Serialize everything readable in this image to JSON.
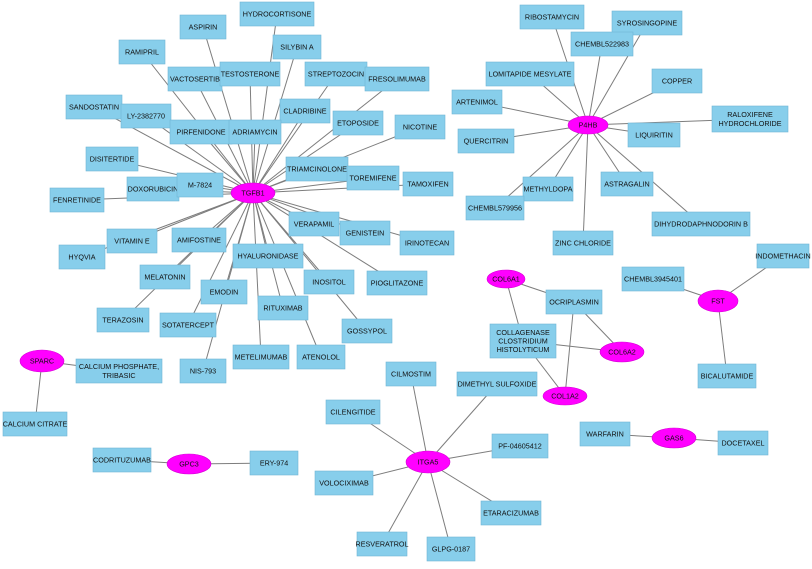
{
  "colors": {
    "gene_node": "#ff00ff",
    "drug_node": "#87ceeb",
    "edge": "#7d7d7d",
    "background": "#ffffff"
  },
  "genes": [
    {
      "id": "TGFB1",
      "label": "TGFB1"
    },
    {
      "id": "P4HB",
      "label": "P4HB"
    },
    {
      "id": "COL6A1",
      "label": "COL6A1"
    },
    {
      "id": "COL6A2",
      "label": "COL6A2"
    },
    {
      "id": "COL1A2",
      "label": "COL1A2"
    },
    {
      "id": "FST",
      "label": "FST"
    },
    {
      "id": "SPARC",
      "label": "SPARC"
    },
    {
      "id": "GPC3",
      "label": "GPC3"
    },
    {
      "id": "ITGA5",
      "label": "ITGA5"
    },
    {
      "id": "GAS6",
      "label": "GAS6"
    }
  ],
  "drugs": [
    {
      "id": "aspirin",
      "label": [
        "ASPIRIN"
      ]
    },
    {
      "id": "hydrocortisone",
      "label": [
        "HYDROCORTISONE"
      ]
    },
    {
      "id": "silybin",
      "label": [
        "SILYBIN A"
      ]
    },
    {
      "id": "ramipril",
      "label": [
        "RAMIPRIL"
      ]
    },
    {
      "id": "vactosertib",
      "label": [
        "VACTOSERTIB"
      ]
    },
    {
      "id": "testosterone",
      "label": [
        "TESTOSTERONE"
      ]
    },
    {
      "id": "streptozocin",
      "label": [
        "STREPTOZOCIN"
      ]
    },
    {
      "id": "fresolimumab",
      "label": [
        "FRESOLIMUMAB"
      ]
    },
    {
      "id": "sandostatin",
      "label": [
        "SANDOSTATIN"
      ]
    },
    {
      "id": "ly2382770",
      "label": [
        "LY-2382770"
      ]
    },
    {
      "id": "cladribine",
      "label": [
        "CLADRIBINE"
      ]
    },
    {
      "id": "pirfenidone",
      "label": [
        "PIRFENIDONE"
      ]
    },
    {
      "id": "adriamycin",
      "label": [
        "ADRIAMYCIN"
      ]
    },
    {
      "id": "etoposide",
      "label": [
        "ETOPOSIDE"
      ]
    },
    {
      "id": "nicotine",
      "label": [
        "NICOTINE"
      ]
    },
    {
      "id": "disitertide",
      "label": [
        "DISITERTIDE"
      ]
    },
    {
      "id": "triamcinolone",
      "label": [
        "TRIAMCINOLONE"
      ]
    },
    {
      "id": "toremifene",
      "label": [
        "TOREMIFENE"
      ]
    },
    {
      "id": "tamoxifen",
      "label": [
        "TAMOXIFEN"
      ]
    },
    {
      "id": "doxorubicin",
      "label": [
        "DOXORUBICIN"
      ]
    },
    {
      "id": "m7824",
      "label": [
        "M-7824"
      ]
    },
    {
      "id": "fenretinide",
      "label": [
        "FENRETINIDE"
      ]
    },
    {
      "id": "verapamil",
      "label": [
        "VERAPAMIL"
      ]
    },
    {
      "id": "genistein",
      "label": [
        "GENISTEIN"
      ]
    },
    {
      "id": "irinotecan",
      "label": [
        "IRINOTECAN"
      ]
    },
    {
      "id": "vitamine",
      "label": [
        "VITAMIN E"
      ]
    },
    {
      "id": "amifostine",
      "label": [
        "AMIFOSTINE"
      ]
    },
    {
      "id": "hyqvia",
      "label": [
        "HYQVIA"
      ]
    },
    {
      "id": "hyaluronidase",
      "label": [
        "HYALURONIDASE"
      ]
    },
    {
      "id": "melatonin",
      "label": [
        "MELATONIN"
      ]
    },
    {
      "id": "inositol",
      "label": [
        "INOSITOL"
      ]
    },
    {
      "id": "pioglitazone",
      "label": [
        "PIOGLITAZONE"
      ]
    },
    {
      "id": "emodin",
      "label": [
        "EMODIN"
      ]
    },
    {
      "id": "rituximab",
      "label": [
        "RITUXIMAB"
      ]
    },
    {
      "id": "terazosin",
      "label": [
        "TERAZOSIN"
      ]
    },
    {
      "id": "sotatercept",
      "label": [
        "SOTATERCEPT"
      ]
    },
    {
      "id": "gossypol",
      "label": [
        "GOSSYPOL"
      ]
    },
    {
      "id": "metelimumab",
      "label": [
        "METELIMUMAB"
      ]
    },
    {
      "id": "atenolol",
      "label": [
        "ATENOLOL"
      ]
    },
    {
      "id": "nis793",
      "label": [
        "NIS-793"
      ]
    },
    {
      "id": "ribostamycin",
      "label": [
        "RIBOSTAMYCIN"
      ]
    },
    {
      "id": "syrosingopine",
      "label": [
        "SYROSINGOPINE"
      ]
    },
    {
      "id": "chembl522983",
      "label": [
        "CHEMBL522983"
      ]
    },
    {
      "id": "lomitapide",
      "label": [
        "LOMITAPIDE MESYLATE"
      ]
    },
    {
      "id": "copper",
      "label": [
        "COPPER"
      ]
    },
    {
      "id": "artenimol",
      "label": [
        "ARTENIMOL"
      ]
    },
    {
      "id": "raloxifene",
      "label": [
        "RALOXIFENE",
        "HYDROCHLORIDE"
      ]
    },
    {
      "id": "quercitrin",
      "label": [
        "QUERCITRIN"
      ]
    },
    {
      "id": "liquiritin",
      "label": [
        "LIQUIRITIN"
      ]
    },
    {
      "id": "astragalin",
      "label": [
        "ASTRAGALIN"
      ]
    },
    {
      "id": "methyldopa",
      "label": [
        "METHYLDOPA"
      ]
    },
    {
      "id": "chembl579956",
      "label": [
        "CHEMBL579956"
      ]
    },
    {
      "id": "dihydrodaphnodorin",
      "label": [
        "DIHYDRODAPHNODORIN B"
      ]
    },
    {
      "id": "zincchloride",
      "label": [
        "ZINC CHLORIDE"
      ]
    },
    {
      "id": "indomethacin",
      "label": [
        "INDOMETHACIN"
      ]
    },
    {
      "id": "chembl3945401",
      "label": [
        "CHEMBL3945401"
      ]
    },
    {
      "id": "ocriplasmin",
      "label": [
        "OCRIPLASMIN"
      ]
    },
    {
      "id": "collagenase",
      "label": [
        "COLLAGENASE",
        "CLOSTRIDIUM",
        "HISTOLYTICUM"
      ]
    },
    {
      "id": "bicalutamide",
      "label": [
        "BICALUTAMIDE"
      ]
    },
    {
      "id": "calciumphosphate",
      "label": [
        "CALCIUM PHOSPHATE,",
        "TRIBASIC"
      ]
    },
    {
      "id": "calciumcitrate",
      "label": [
        "CALCIUM CITRATE"
      ]
    },
    {
      "id": "cilmostim",
      "label": [
        "CILMOSTIM"
      ]
    },
    {
      "id": "dmso",
      "label": [
        "DIMETHYL SULFOXIDE"
      ]
    },
    {
      "id": "cilengitide",
      "label": [
        "CILENGITIDE"
      ]
    },
    {
      "id": "pf04605412",
      "label": [
        "PF-04605412"
      ]
    },
    {
      "id": "warfarin",
      "label": [
        "WARFARIN"
      ]
    },
    {
      "id": "docetaxel",
      "label": [
        "DOCETAXEL"
      ]
    },
    {
      "id": "codrituzumab",
      "label": [
        "CODRITUZUMAB"
      ]
    },
    {
      "id": "ery974",
      "label": [
        "ERY-974"
      ]
    },
    {
      "id": "volociximab",
      "label": [
        "VOLOCIXIMAB"
      ]
    },
    {
      "id": "etaracizumab",
      "label": [
        "ETARACIZUMAB"
      ]
    },
    {
      "id": "resveratrol",
      "label": [
        "RESVERATROL"
      ]
    },
    {
      "id": "glpg0187",
      "label": [
        "GLPG-0187"
      ]
    }
  ],
  "edges": [
    [
      "TGFB1",
      "aspirin"
    ],
    [
      "TGFB1",
      "hydrocortisone"
    ],
    [
      "TGFB1",
      "silybin"
    ],
    [
      "TGFB1",
      "ramipril"
    ],
    [
      "TGFB1",
      "vactosertib"
    ],
    [
      "TGFB1",
      "testosterone"
    ],
    [
      "TGFB1",
      "streptozocin"
    ],
    [
      "TGFB1",
      "fresolimumab"
    ],
    [
      "TGFB1",
      "sandostatin"
    ],
    [
      "TGFB1",
      "ly2382770"
    ],
    [
      "TGFB1",
      "cladribine"
    ],
    [
      "TGFB1",
      "pirfenidone"
    ],
    [
      "TGFB1",
      "adriamycin"
    ],
    [
      "TGFB1",
      "etoposide"
    ],
    [
      "TGFB1",
      "nicotine"
    ],
    [
      "TGFB1",
      "disitertide"
    ],
    [
      "TGFB1",
      "triamcinolone"
    ],
    [
      "TGFB1",
      "toremifene"
    ],
    [
      "TGFB1",
      "tamoxifen"
    ],
    [
      "TGFB1",
      "doxorubicin"
    ],
    [
      "TGFB1",
      "m7824"
    ],
    [
      "TGFB1",
      "fenretinide"
    ],
    [
      "TGFB1",
      "verapamil"
    ],
    [
      "TGFB1",
      "genistein"
    ],
    [
      "TGFB1",
      "irinotecan"
    ],
    [
      "TGFB1",
      "vitamine"
    ],
    [
      "TGFB1",
      "amifostine"
    ],
    [
      "TGFB1",
      "hyqvia"
    ],
    [
      "TGFB1",
      "hyaluronidase"
    ],
    [
      "TGFB1",
      "melatonin"
    ],
    [
      "TGFB1",
      "inositol"
    ],
    [
      "TGFB1",
      "pioglitazone"
    ],
    [
      "TGFB1",
      "emodin"
    ],
    [
      "TGFB1",
      "rituximab"
    ],
    [
      "TGFB1",
      "terazosin"
    ],
    [
      "TGFB1",
      "sotatercept"
    ],
    [
      "TGFB1",
      "gossypol"
    ],
    [
      "TGFB1",
      "metelimumab"
    ],
    [
      "TGFB1",
      "atenolol"
    ],
    [
      "TGFB1",
      "nis793"
    ],
    [
      "P4HB",
      "ribostamycin"
    ],
    [
      "P4HB",
      "syrosingopine"
    ],
    [
      "P4HB",
      "chembl522983"
    ],
    [
      "P4HB",
      "lomitapide"
    ],
    [
      "P4HB",
      "copper"
    ],
    [
      "P4HB",
      "artenimol"
    ],
    [
      "P4HB",
      "raloxifene"
    ],
    [
      "P4HB",
      "quercitrin"
    ],
    [
      "P4HB",
      "liquiritin"
    ],
    [
      "P4HB",
      "astragalin"
    ],
    [
      "P4HB",
      "methyldopa"
    ],
    [
      "P4HB",
      "chembl579956"
    ],
    [
      "P4HB",
      "dihydrodaphnodorin"
    ],
    [
      "P4HB",
      "zincchloride"
    ],
    [
      "FST",
      "indomethacin"
    ],
    [
      "FST",
      "chembl3945401"
    ],
    [
      "FST",
      "bicalutamide"
    ],
    [
      "COL6A1",
      "ocriplasmin"
    ],
    [
      "COL6A1",
      "collagenase"
    ],
    [
      "COL6A2",
      "ocriplasmin"
    ],
    [
      "COL6A2",
      "collagenase"
    ],
    [
      "COL1A2",
      "ocriplasmin"
    ],
    [
      "COL1A2",
      "collagenase"
    ],
    [
      "SPARC",
      "calciumphosphate"
    ],
    [
      "SPARC",
      "calciumcitrate"
    ],
    [
      "GPC3",
      "codrituzumab"
    ],
    [
      "GPC3",
      "ery974"
    ],
    [
      "GAS6",
      "warfarin"
    ],
    [
      "GAS6",
      "docetaxel"
    ],
    [
      "ITGA5",
      "cilmostim"
    ],
    [
      "ITGA5",
      "dmso"
    ],
    [
      "ITGA5",
      "cilengitide"
    ],
    [
      "ITGA5",
      "pf04605412"
    ],
    [
      "ITGA5",
      "volociximab"
    ],
    [
      "ITGA5",
      "etaracizumab"
    ],
    [
      "ITGA5",
      "resveratrol"
    ],
    [
      "ITGA5",
      "glpg0187"
    ]
  ]
}
